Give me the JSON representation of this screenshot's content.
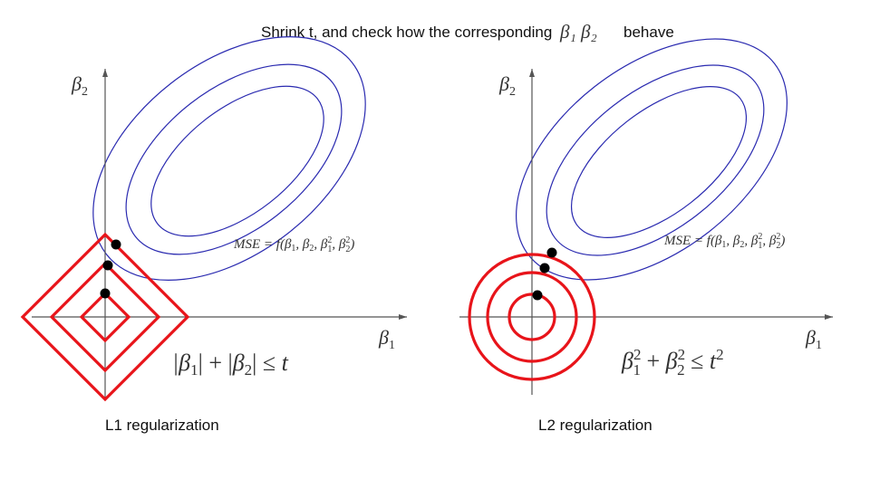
{
  "title": {
    "prefix": "Shrink t, and check how the corresponding",
    "math": "β₁  β₂",
    "suffix": "behave"
  },
  "panels": [
    {
      "id": "l1",
      "caption": "L1 regularization",
      "axis_x_label": "β",
      "axis_x_sub": "1",
      "axis_y_label": "β",
      "axis_y_sub": "2",
      "mse_label": "MSE = f(β₁, β₂, β₁², β₂²)",
      "constraint_label": "|β₁| + |β₂| ≤ t",
      "constraint_shape": "diamond",
      "constraint_color": "#e8141a",
      "contour_color": "#2a2ab0",
      "contour_count": 3,
      "constraint_count": 3,
      "solution_points": 3
    },
    {
      "id": "l2",
      "caption": "L2 regularization",
      "axis_x_label": "β",
      "axis_x_sub": "1",
      "axis_y_label": "β",
      "axis_y_sub": "2",
      "mse_label": "MSE = f(β₁, β₂, β₁², β₂²)",
      "constraint_label": "β₁² + β₂² ≤ t²",
      "constraint_shape": "circle",
      "constraint_color": "#e8141a",
      "contour_color": "#2a2ab0",
      "contour_count": 3,
      "constraint_count": 3,
      "solution_points": 3
    }
  ],
  "colors": {
    "constraint": "#e8141a",
    "contour": "#2a2ab0",
    "axis": "#555555",
    "point": "#000000"
  }
}
